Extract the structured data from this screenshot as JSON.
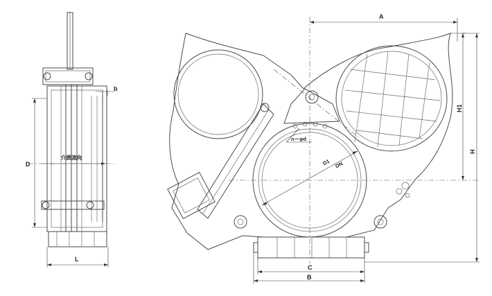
{
  "labels": {
    "A": "A",
    "B": "B",
    "C": "C",
    "D": "D",
    "L": "L",
    "H": "H",
    "H1": "H1",
    "b": "b",
    "D1": "D1",
    "DN": "DN",
    "holes": "n－φd",
    "medium_flow": "介质流向"
  }
}
